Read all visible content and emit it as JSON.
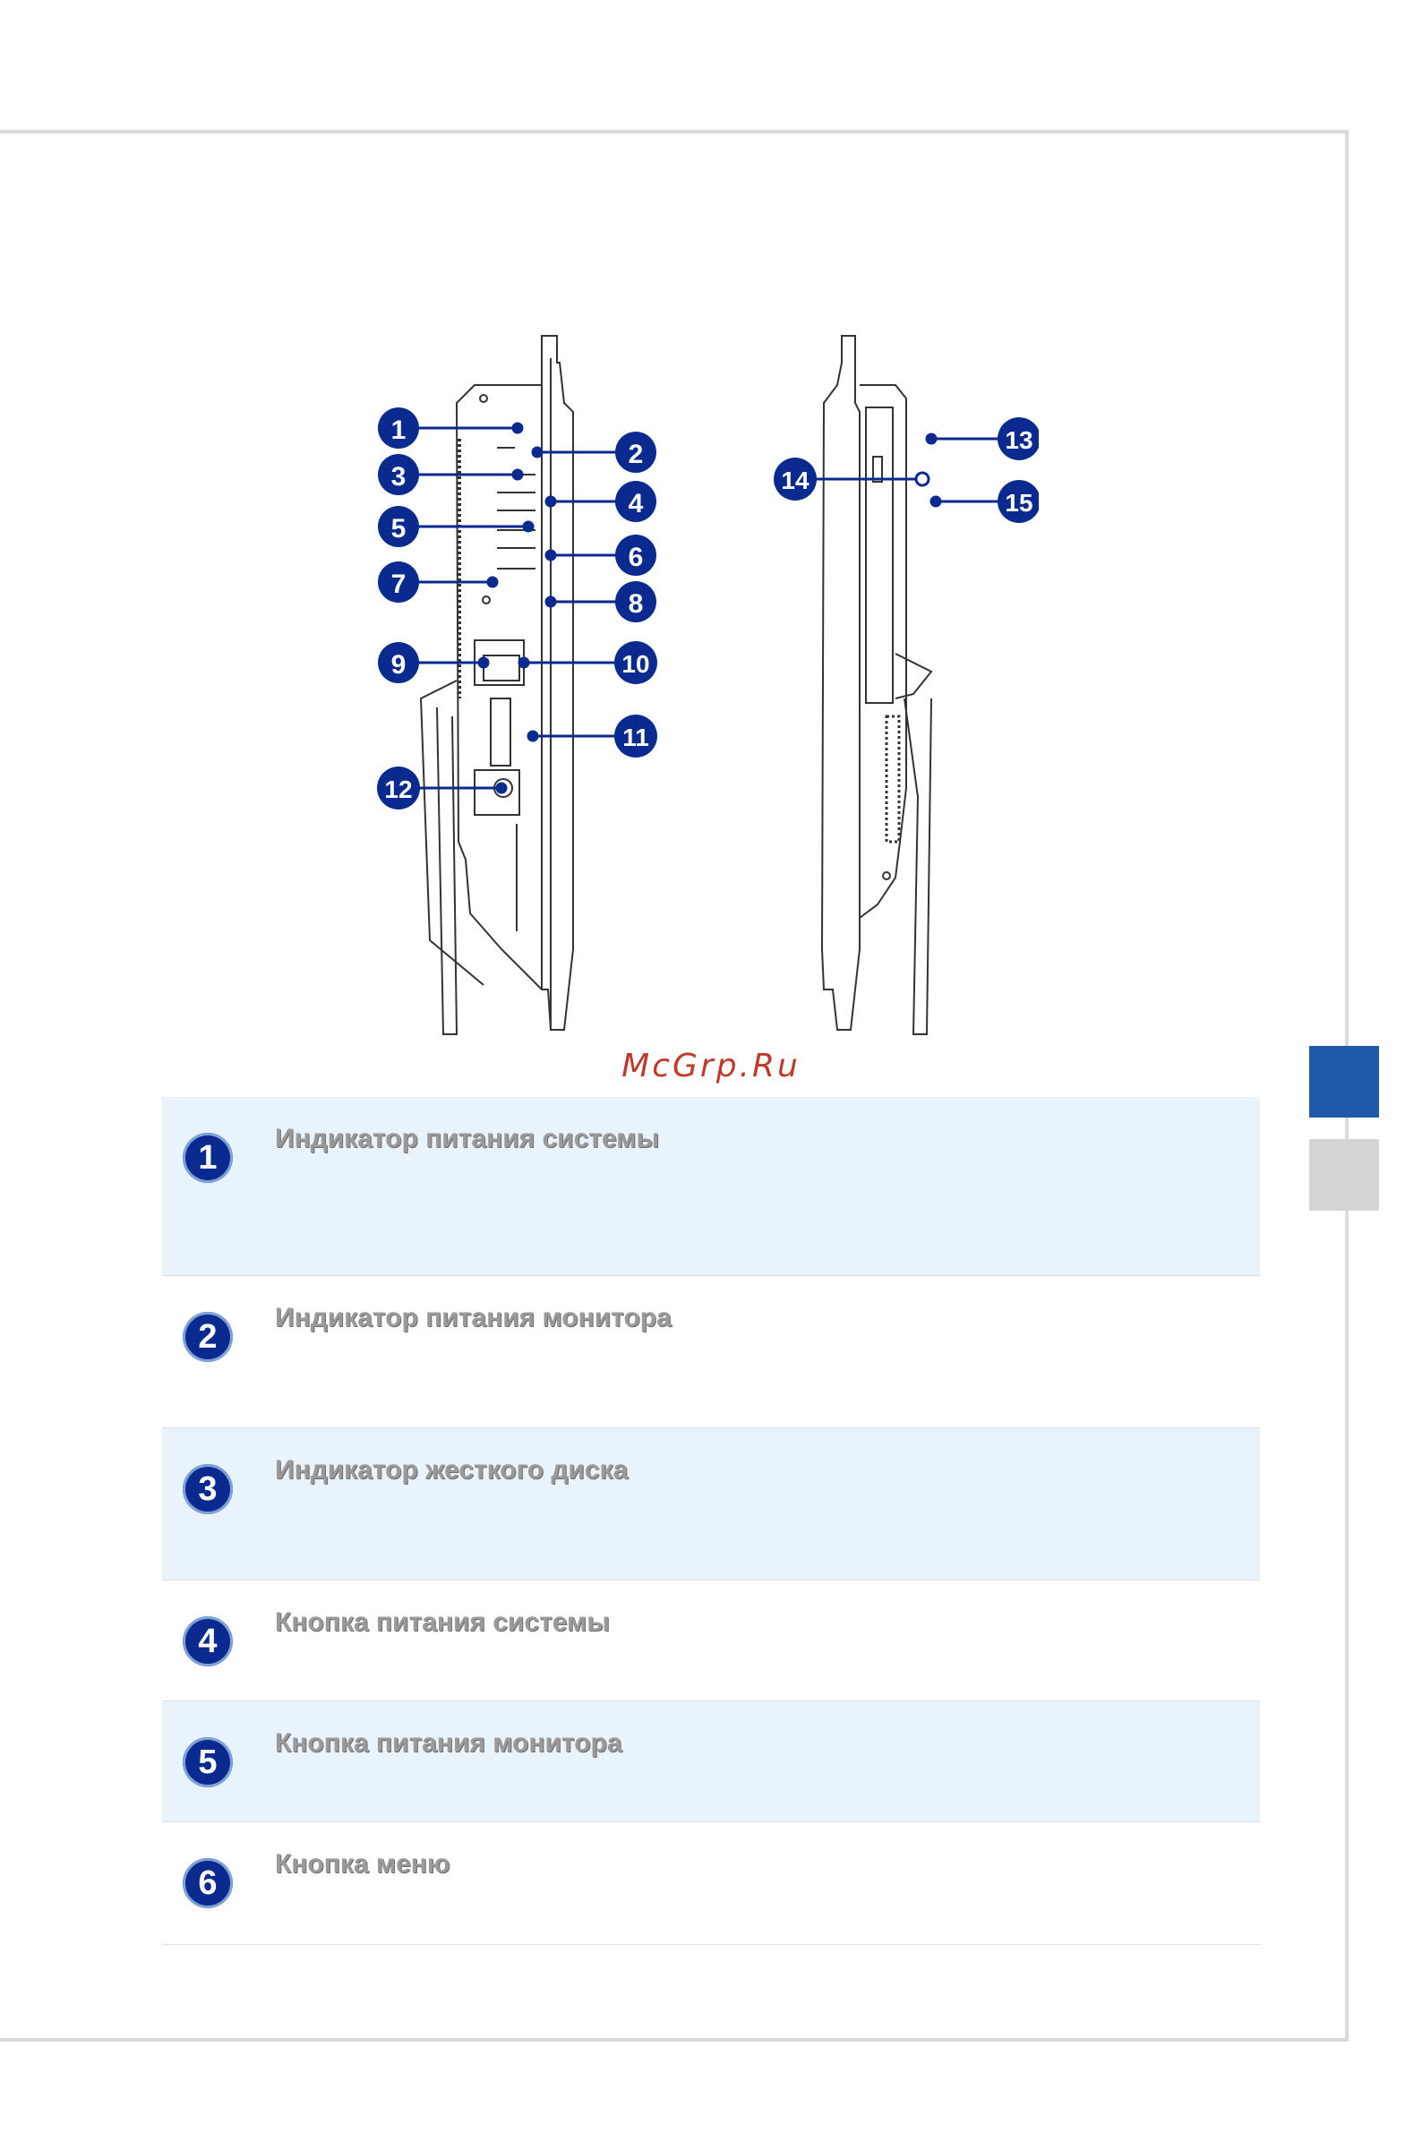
{
  "watermark": "McGrp.Ru",
  "callouts": [
    "1",
    "2",
    "3",
    "4",
    "5",
    "6",
    "7",
    "8",
    "9",
    "10",
    "11",
    "12",
    "13",
    "14",
    "15"
  ],
  "items": [
    {
      "num": "1",
      "label": "Индикатор питания системы"
    },
    {
      "num": "2",
      "label": "Индикатор питания монитора"
    },
    {
      "num": "3",
      "label": "Индикатор жесткого диска"
    },
    {
      "num": "4",
      "label": "Кнопка питания системы"
    },
    {
      "num": "5",
      "label": "Кнопка питания монитора"
    },
    {
      "num": "6",
      "label": "Кнопка меню"
    }
  ]
}
